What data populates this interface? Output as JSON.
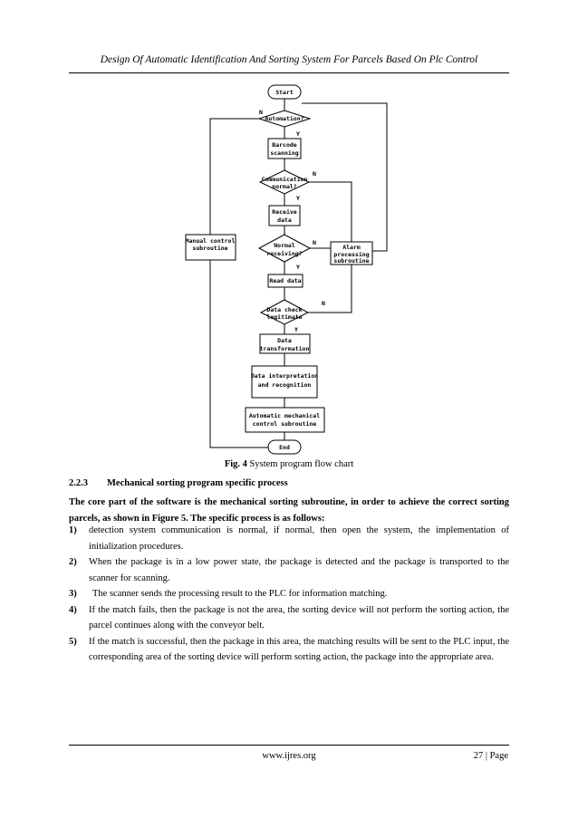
{
  "header": {
    "title": "Design Of Automatic Identification And Sorting System For Parcels Based On Plc Control"
  },
  "flowchart": {
    "nodes": {
      "start": "Start",
      "automation_l1": "Automation?",
      "barcode_l1": "Barcode",
      "barcode_l2": "scanning",
      "comm_l1": "Communication",
      "comm_l2": "normal?",
      "receive_l1": "Receive",
      "receive_l2": "data",
      "normal_l1": "Normal",
      "normal_l2": "receiving?",
      "read_data": "Read data",
      "check_l1": "Data check",
      "check_l2": "legitimate",
      "transform_l1": "Data",
      "transform_l2": "transformation",
      "interp_l1": "Data interpretation",
      "interp_l2": "and recognition",
      "auto_l1": "Automatic mechanical",
      "auto_l2": "control subroutine",
      "end": "End",
      "manual_l1": "Manual control",
      "manual_l2": "subroutine",
      "alarm_l1": "Alarm",
      "alarm_l2": "processing",
      "alarm_l3": "subroutine"
    },
    "labels": {
      "yes": "Y",
      "no": "N"
    }
  },
  "caption": {
    "fig_label": "Fig. 4",
    "text": " System program flow chart"
  },
  "section": {
    "number": "2.2.3",
    "title": "Mechanical sorting program specific process",
    "intro": "The core part of the software is the mechanical sorting subroutine, in order to achieve the correct sorting parcels, as shown in Figure 5. The specific process is as follows:"
  },
  "steps": [
    {
      "n": "1)",
      "text": "detection system communication is normal, if normal, then open the system, the implementation of initialization procedures."
    },
    {
      "n": "2)",
      "text": "When the package is in a low power state, the package is detected and the package is transported to the scanner for scanning."
    },
    {
      "n": "3)",
      "text": "The scanner sends the processing result to the PLC for information matching."
    },
    {
      "n": "4)",
      "text": "If the match fails, then the package is not the area, the sorting device will not perform the sorting action, the parcel continues along with the conveyor belt."
    },
    {
      "n": "5)",
      "text": "If the match is successful, then the package in this area, the matching results will be sent to the PLC input, the corresponding area of the sorting device will perform sorting action, the package into the appropriate area."
    }
  ],
  "footer": {
    "url": "www.ijres.org",
    "page": "27 | Page"
  }
}
